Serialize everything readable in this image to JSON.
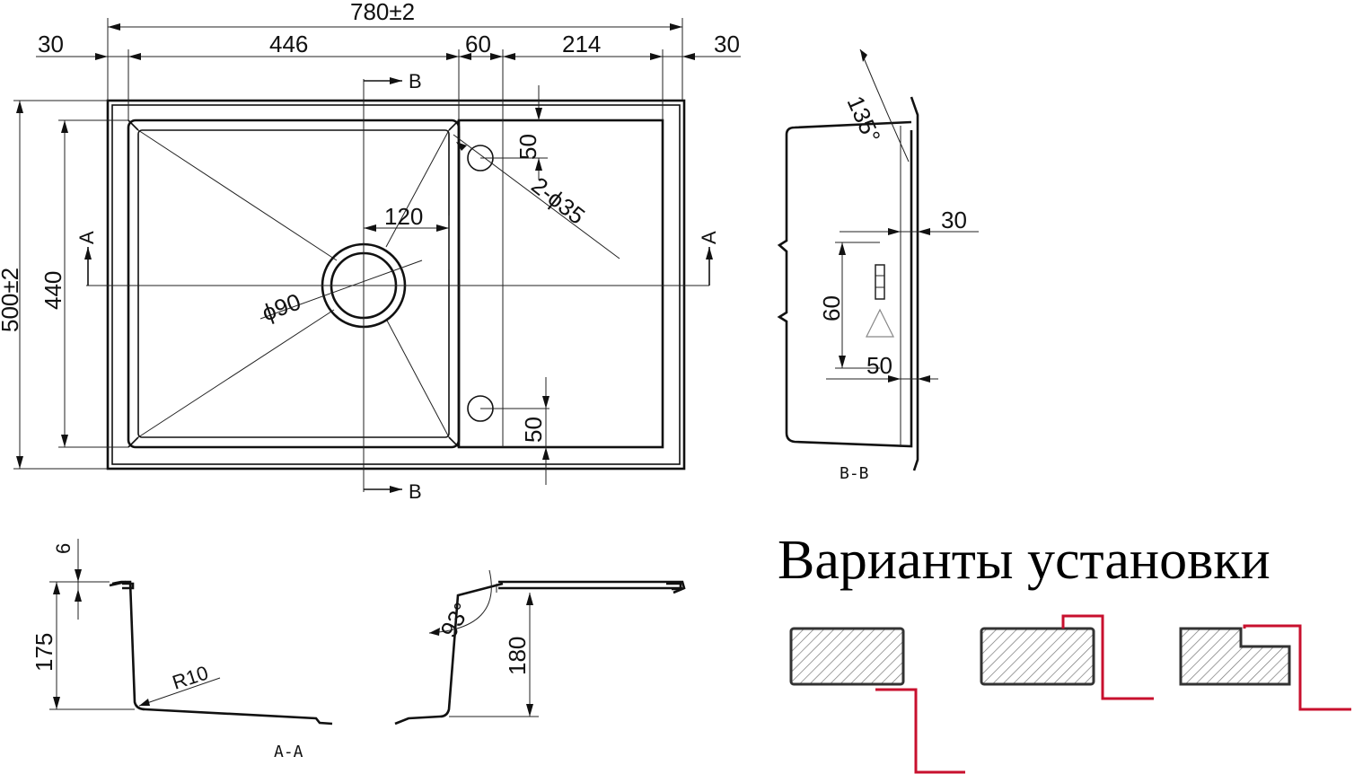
{
  "plan": {
    "overall_width": "780±2",
    "left_margin": "30",
    "bowl_width": "446",
    "divider_gap": "60",
    "drainer_width": "214",
    "right_margin": "30",
    "overall_depth": "500±2",
    "bowl_depth": "440",
    "drain_distance": "120",
    "drain_diameter": "ϕ90",
    "holes": "2-ϕ35",
    "hole_offset_top": "50",
    "hole_offset_bottom": "50",
    "section_a_left": "A",
    "section_a_right": "A",
    "section_b_top": "B",
    "section_b_bottom": "B"
  },
  "section_bb": {
    "label": "B-B",
    "angle": "135°",
    "rim_width": "30",
    "overflow_height": "60",
    "overflow_offset": "50"
  },
  "section_aa": {
    "label": "A-A",
    "rim_thickness": "6",
    "bowl_height": "175",
    "radius": "R10",
    "wall_angle": "93°",
    "drainer_height": "180"
  },
  "installation": {
    "title": "Варианты установки",
    "accent_color": "#c8102e"
  }
}
